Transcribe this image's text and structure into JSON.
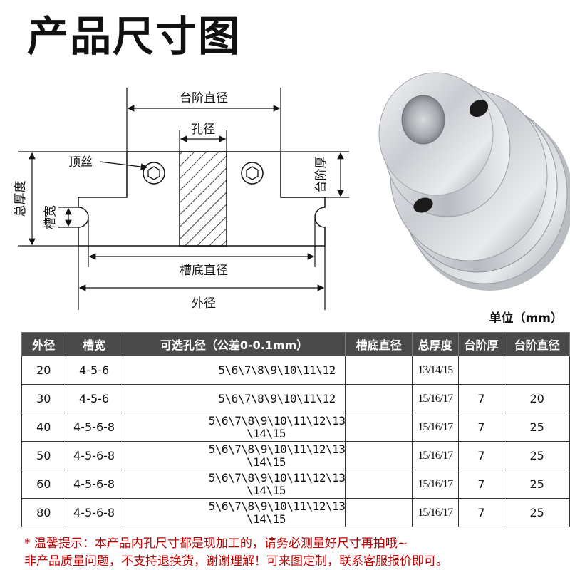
{
  "title": "产品尺寸图",
  "diagram": {
    "step_diameter": "台阶直径",
    "bore": "孔径",
    "set_screw": "顶丝",
    "step_thickness": "台阶厚",
    "total_thickness": "总厚度",
    "groove_width": "槽宽",
    "groove_bottom_diameter": "槽底直径",
    "outer_diameter": "外径"
  },
  "unit": "单位（mm）",
  "table": {
    "headers": [
      "外径",
      "槽宽",
      "可选孔径（公差0-0.1mm）",
      "槽底直径",
      "总厚度",
      "台阶厚",
      "台阶直径"
    ],
    "rows": [
      {
        "od": "20",
        "slot": "4-5-6",
        "holes": "5\\6\\7\\8\\9\\10\\11\\12",
        "holes2": "",
        "bottom": "",
        "total": "13/14/15",
        "step_t": "",
        "step_d": ""
      },
      {
        "od": "30",
        "slot": "4-5-6",
        "holes": "5\\6\\7\\8\\9\\10\\11\\12",
        "holes2": "",
        "bottom": "",
        "total": "15/16/17",
        "step_t": "7",
        "step_d": "20"
      },
      {
        "od": "40",
        "slot": "4-5-6-8",
        "holes": "5\\6\\7\\8\\9\\10\\11\\12\\13",
        "holes2": "\\14\\15",
        "bottom": "",
        "total": "15/16/17",
        "step_t": "7",
        "step_d": "25"
      },
      {
        "od": "50",
        "slot": "4-5-6-8",
        "holes": "5\\6\\7\\8\\9\\10\\11\\12\\13",
        "holes2": "\\14\\15",
        "bottom": "",
        "total": "15/16/17",
        "step_t": "7",
        "step_d": "25"
      },
      {
        "od": "60",
        "slot": "4-5-6-8",
        "holes": "5\\6\\7\\8\\9\\10\\11\\12\\13",
        "holes2": "\\14\\15",
        "bottom": "",
        "total": "15/16/17",
        "step_t": "7",
        "step_d": "25"
      },
      {
        "od": "80",
        "slot": "4-5-6-8",
        "holes": "5\\6\\7\\8\\9\\10\\11\\12\\13",
        "holes2": "\\14\\15",
        "bottom": "",
        "total": "15/16/17",
        "step_t": "7",
        "step_d": "25"
      }
    ]
  },
  "notes": {
    "line1": "* 温馨提示：本产品内孔尺寸都是现加工的，请务必测量好尺寸再拍哦~",
    "line2": "非产品质量问题，不支持退换货，谢谢理解！可来图定制，联系客服报价即可。"
  }
}
